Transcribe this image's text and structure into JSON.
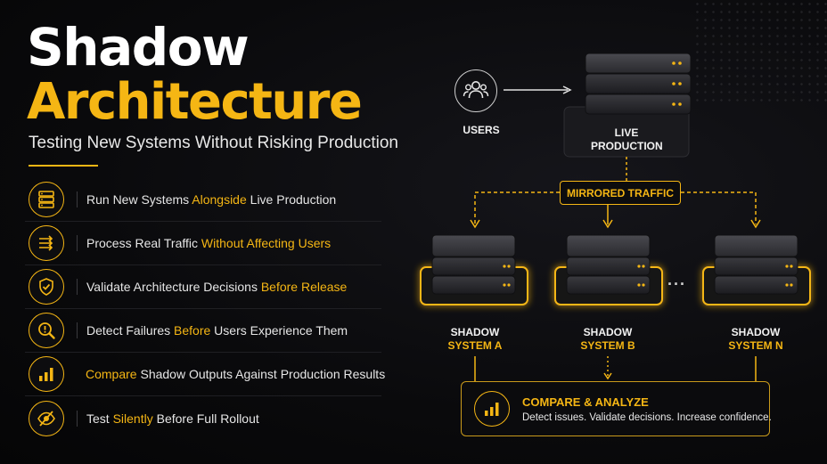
{
  "header": {
    "title_line1": "Shadow",
    "title_line2": "Architecture",
    "subtitle": "Testing New Systems Without Risking Production"
  },
  "features": [
    {
      "icon": "server-icon",
      "pre": "Run New Systems ",
      "hl": "Alongside",
      "post": " Live Production"
    },
    {
      "icon": "traffic-arrows-icon",
      "pre": "Process Real Traffic ",
      "hl": "Without Affecting Users",
      "post": ""
    },
    {
      "icon": "shield-check-icon",
      "pre": "Validate Architecture Decisions ",
      "hl": "Before Release",
      "post": ""
    },
    {
      "icon": "magnifier-alert-icon",
      "pre": "Detect Failures ",
      "hl": "Before",
      "post": " Users Experience Them"
    },
    {
      "icon": "bar-chart-icon",
      "pre": "",
      "hl": "Compare",
      "post": " Shadow Outputs Against Production Results"
    },
    {
      "icon": "eye-slash-icon",
      "pre": "Test ",
      "hl": "Silently",
      "post": " Before Full Rollout"
    }
  ],
  "diagram": {
    "users_label": "USERS",
    "live_label_line1": "LIVE",
    "live_label_line2": "PRODUCTION",
    "mirrored_label": "MIRRORED TRAFFIC",
    "shadow_a_line1": "SHADOW",
    "shadow_a_line2": "SYSTEM A",
    "shadow_b_line1": "SHADOW",
    "shadow_b_line2": "SYSTEM B",
    "shadow_n_line1": "SHADOW",
    "shadow_n_line2": "SYSTEM N",
    "ellipsis": "...",
    "compare_title": "COMPARE & ANALYZE",
    "compare_desc": "Detect issues. Validate decisions. Increase confidence."
  },
  "colors": {
    "accent": "#f5b614",
    "background": "#0a0a0c",
    "text": "#ffffff"
  }
}
